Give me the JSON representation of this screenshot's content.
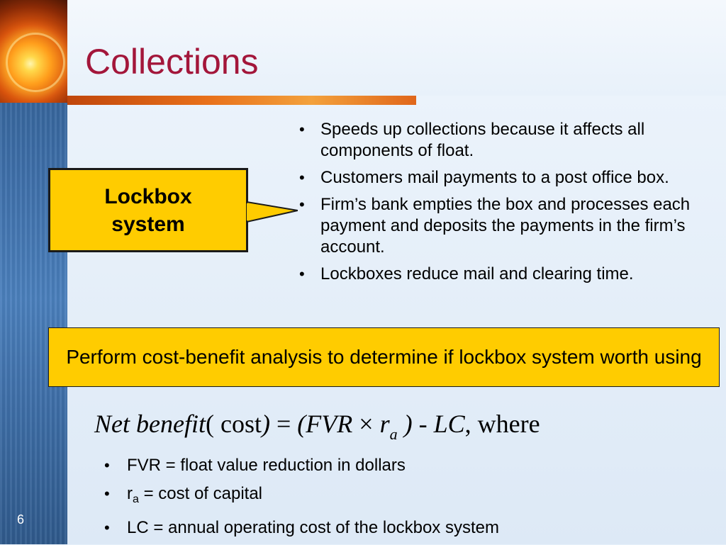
{
  "slide": {
    "title": "Collections",
    "callout": {
      "line1": "Lockbox",
      "line2": "system"
    },
    "bullets_right": [
      "Speeds up collections because it affects all components of float.",
      "Customers mail payments to a post office box.",
      "Firm’s bank empties the box and processes each payment and deposits the payments in the firm’s account.",
      "Lockboxes reduce mail and clearing time."
    ],
    "highlight": "Perform cost-benefit analysis to determine if lockbox system worth using",
    "formula": {
      "lhs": "Net benefit",
      "open_paren": "( ",
      "cost_word": "cost",
      "close_paren": ")",
      "equals": " = ",
      "rhs_open": "(FVR",
      "times": " × ",
      "r": "r",
      "r_sub": "a",
      "rhs_close": " )",
      "minus_lc": " - LC",
      "where": ", where"
    },
    "bullets_bottom": {
      "item1": "FVR = float value reduction in dollars",
      "item2_base": "r",
      "item2_sub": "a",
      "item2_rest": " = cost of capital",
      "item3": "LC = annual operating cost of the lockbox system"
    },
    "page_number": "6"
  },
  "colors": {
    "title": "#a3163a",
    "highlight_fill": "#ffcc00",
    "background": "#e6f0fa",
    "sidebar": "#3d6ea8"
  }
}
